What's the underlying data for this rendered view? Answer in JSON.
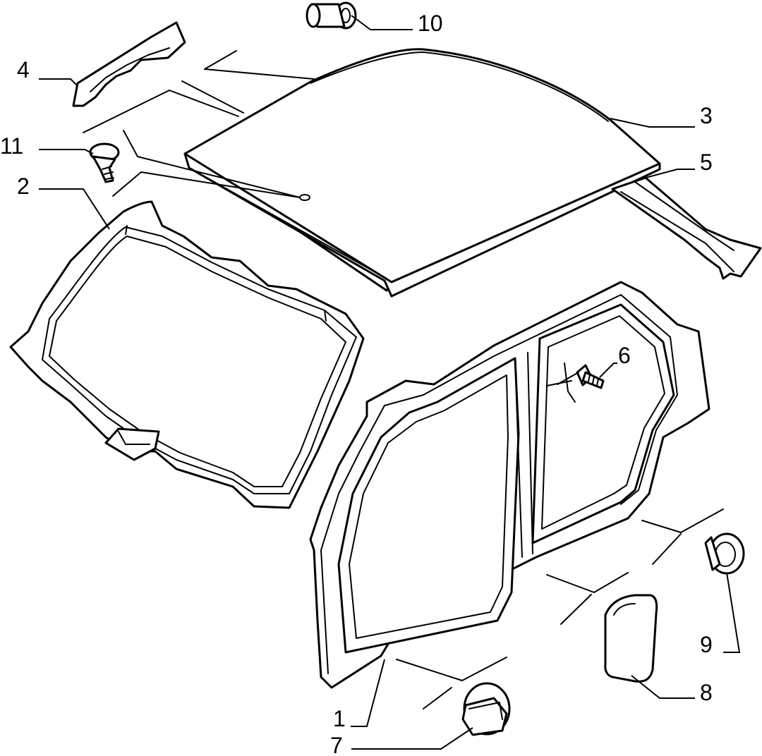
{
  "diagram": {
    "callouts": [
      {
        "id": "label-1",
        "text": "1"
      },
      {
        "id": "label-2",
        "text": "2"
      },
      {
        "id": "label-3",
        "text": "3"
      },
      {
        "id": "label-4",
        "text": "4"
      },
      {
        "id": "label-5",
        "text": "5"
      },
      {
        "id": "label-6",
        "text": "6"
      },
      {
        "id": "label-7",
        "text": "7"
      },
      {
        "id": "label-8",
        "text": "8"
      },
      {
        "id": "label-9",
        "text": "9"
      },
      {
        "id": "label-10",
        "text": "10"
      },
      {
        "id": "label-11",
        "text": "11"
      }
    ]
  }
}
